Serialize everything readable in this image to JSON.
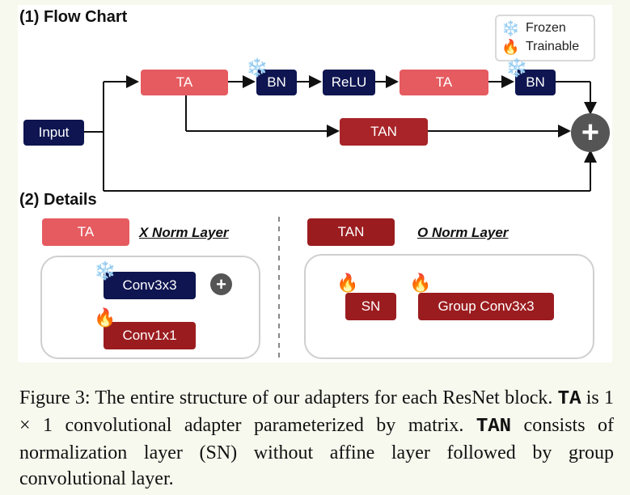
{
  "section1_title": "(1) Flow Chart",
  "section2_title": "(2) Details",
  "legend": {
    "frozen": "Frozen",
    "trainable": "Trainable"
  },
  "flow": {
    "input": "Input",
    "ta1": "TA",
    "bn1": "BN",
    "relu": "ReLU",
    "ta2": "TA",
    "bn2": "BN",
    "tan": "TAN",
    "plus": "+"
  },
  "details": {
    "ta_label": "TA",
    "ta_desc": "X Norm Layer",
    "conv3": "Conv3x3",
    "conv1": "Conv1x1",
    "tan_label": "TAN",
    "tan_desc": "O Norm Layer",
    "sn": "SN",
    "gconv": "Group Conv3x3"
  },
  "caption": {
    "part1": "Figure 3: The entire structure of our adapters for each ResNet block. ",
    "ta": "TA",
    "part2": " is 1 × 1 convolutional adapter parameterized by matrix. ",
    "tan": "TAN",
    "part3": " consists of normalization layer (SN) without affine layer followed by group convolutional layer."
  },
  "colors": {
    "ta": "#e55b60",
    "tan": "#a82428",
    "navy": "#0e1550"
  }
}
